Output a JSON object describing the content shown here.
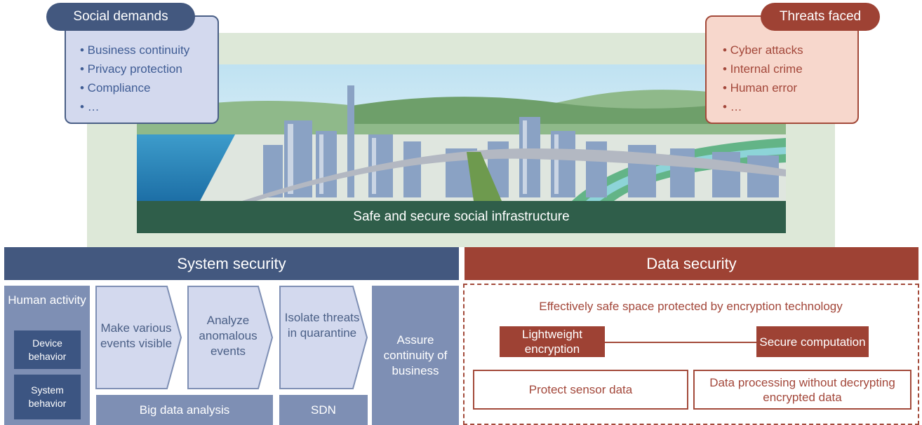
{
  "social": {
    "title": "Social demands",
    "items": [
      "• Business continuity",
      "• Privacy protection",
      "• Compliance",
      "• …"
    ]
  },
  "threats": {
    "title": "Threats faced",
    "items": [
      "• Cyber attacks",
      "• Internal crime",
      "• Human error",
      "• …"
    ]
  },
  "infrastructure_label": "Safe and secure social infrastructure",
  "system_security": {
    "title": "System security",
    "human_activity": "Human activity",
    "device_behavior": "Device behavior",
    "system_behavior": "System behavior",
    "steps": [
      "Make various events visible",
      "Analyze anomalous events",
      "Isolate threats in quarantine"
    ],
    "big_data": "Big data analysis",
    "sdn": "SDN",
    "assure": "Assure continuity of business"
  },
  "data_security": {
    "title": "Data security",
    "safe_space": "Effectively safe space protected by encryption technology",
    "lightweight": "Lightweight encryption",
    "secure_computation": "Secure computation",
    "protect_sensor": "Protect sensor data",
    "processing": "Data processing without decrypting encrypted data"
  },
  "colors": {
    "system_blue": "#43587f",
    "data_red": "#9e4234",
    "infra_green": "#2f5e4a"
  }
}
